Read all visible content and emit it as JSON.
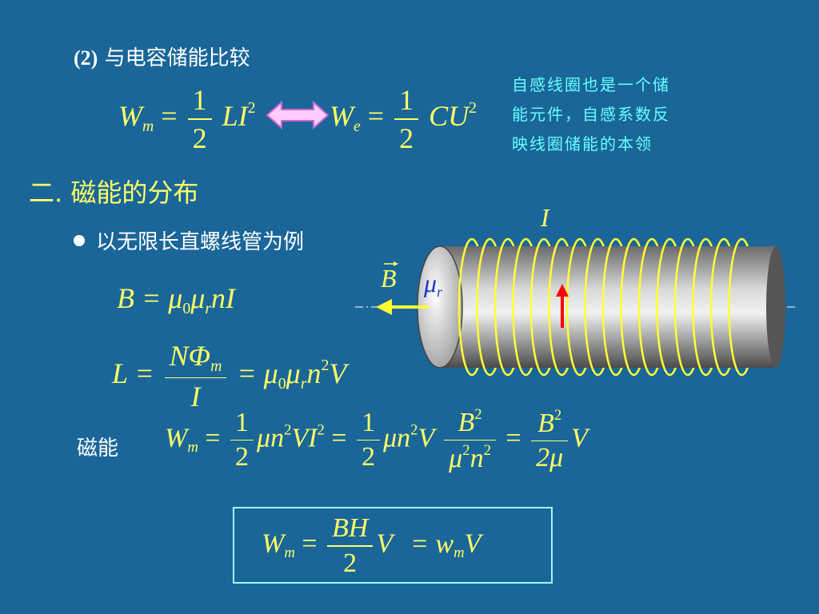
{
  "heading": {
    "number": "(2)",
    "text": "与电容储能比较"
  },
  "side_note": {
    "line1": "自感线圈也是一个储",
    "line2": "能元件，自感系数反",
    "line3": "映线圈储能的本领"
  },
  "section": {
    "title": "二. 磁能的分布"
  },
  "bullet": {
    "text": "以无限长直螺线管为例"
  },
  "labels": {
    "magnetic_energy": "磁能",
    "current": "I",
    "permeability": "μ",
    "permeability_sub": "r",
    "field": "B"
  },
  "equations": {
    "wm": {
      "lhs": "W",
      "lhs_sub": "m",
      "num": "1",
      "den": "2",
      "rhs": "LI",
      "rhs_sup": "2"
    },
    "we": {
      "lhs": "W",
      "lhs_sub": "e",
      "num": "1",
      "den": "2",
      "rhs": "CU",
      "rhs_sup": "2"
    },
    "field": {
      "text1": "B = μ",
      "sub1": "0",
      "text2": "μ",
      "sub2": "r",
      "text3": "nI"
    },
    "inductance": {
      "lhs": "L =",
      "num": "NΦ",
      "num_sub": "m",
      "den": "I",
      "rhs1": "= μ",
      "rhs_sub1": "0",
      "rhs2": "μ",
      "rhs_sub2": "r",
      "rhs3": "n",
      "rhs_sup": "2",
      "rhs4": "V"
    },
    "energy_chain": {
      "lhs": "W",
      "lhs_sub": "m",
      "f1_num": "1",
      "f1_den": "2",
      "t1": "μn",
      "t1_sup": "2",
      "t1b": "VI",
      "t1b_sup": "2",
      "f2_num": "1",
      "f2_den": "2",
      "t2": "μn",
      "t2_sup": "2",
      "t2b": "V",
      "f3_num": "B",
      "f3_num_sup": "2",
      "f3_den": "μ",
      "f3_den_sup1": "2",
      "f3_den_b": "n",
      "f3_den_sup2": "2",
      "f4_num": "B",
      "f4_num_sup": "2",
      "f4_den": "2μ",
      "t4": "V"
    },
    "result": {
      "lhs": "W",
      "lhs_sub": "m",
      "num": "BH",
      "den": "2",
      "t1": "V",
      "t2": "= w",
      "t2_sub": "m",
      "t3": "V"
    }
  },
  "colors": {
    "background": "#1a6699",
    "equation": "#ffff66",
    "note": "#66ffff",
    "arrow_fill": "#ffccff",
    "arrow_stroke": "#cc66cc",
    "coil": "#ffff33",
    "current_arrow": "#ff0000"
  }
}
